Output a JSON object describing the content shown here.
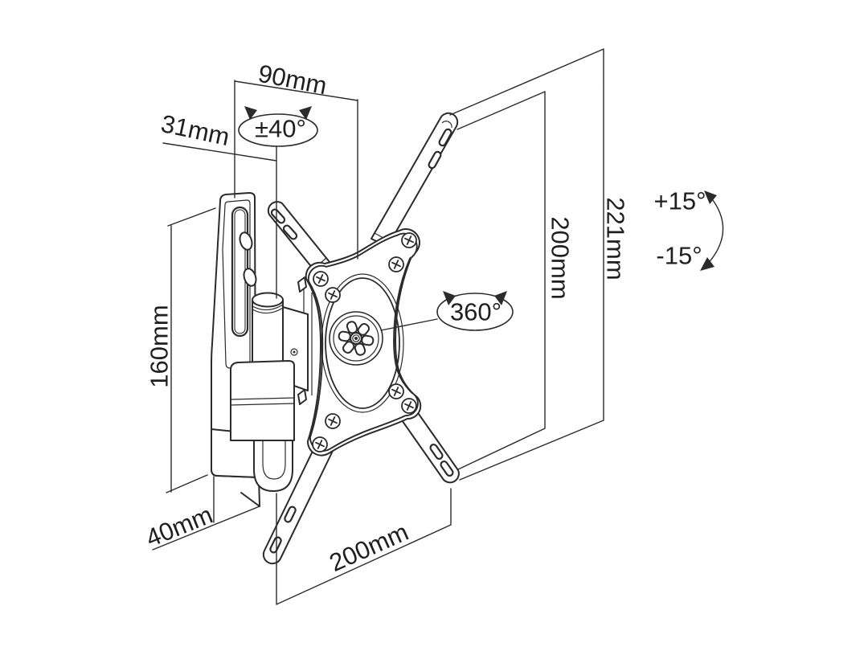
{
  "page": {
    "background_color": "#ffffff",
    "line_color": "#2b2b2b",
    "text_color": "#1f1f1f"
  },
  "labels": {
    "top_width": "90mm",
    "pivot_offset": "31mm",
    "swivel_range": "±40°",
    "overall_height": "221mm",
    "vesa_height": "200mm",
    "tilt_up": "+15°",
    "tilt_down": "-15°",
    "rotation": "360°",
    "wall_plate_height": "160mm",
    "wall_plate_depth": "40mm",
    "vesa_width": "200mm"
  }
}
